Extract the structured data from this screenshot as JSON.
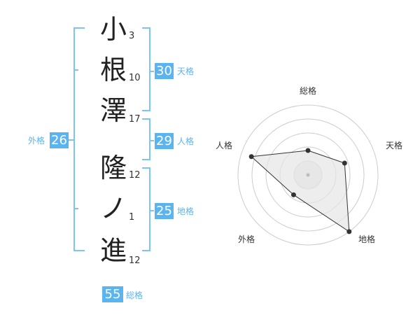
{
  "name": {
    "characters": [
      {
        "char": "小",
        "strokes": "3"
      },
      {
        "char": "根",
        "strokes": "10"
      },
      {
        "char": "澤",
        "strokes": "17"
      },
      {
        "char": "隆",
        "strokes": "12"
      },
      {
        "char": "ノ",
        "strokes": "1"
      },
      {
        "char": "進",
        "strokes": "12"
      }
    ]
  },
  "kaku": {
    "tenkaku": {
      "value": "30",
      "label": "天格"
    },
    "jinkaku": {
      "value": "29",
      "label": "人格"
    },
    "chikaku": {
      "value": "25",
      "label": "地格"
    },
    "gaikaku": {
      "value": "26",
      "label": "外格"
    },
    "soukaku": {
      "value": "55",
      "label": "総格"
    }
  },
  "colors": {
    "accent": "#5ab4f0",
    "bracket": "#7cc4f2",
    "radar_fill": "#e6e6e6",
    "radar_line": "#333333",
    "ring": "#cccccc"
  },
  "chart_data": {
    "type": "radar",
    "axes": [
      "総格",
      "天格",
      "地格",
      "外格",
      "人格"
    ],
    "values": [
      0.35,
      0.55,
      1.0,
      0.35,
      0.85
    ],
    "max": 1
  }
}
